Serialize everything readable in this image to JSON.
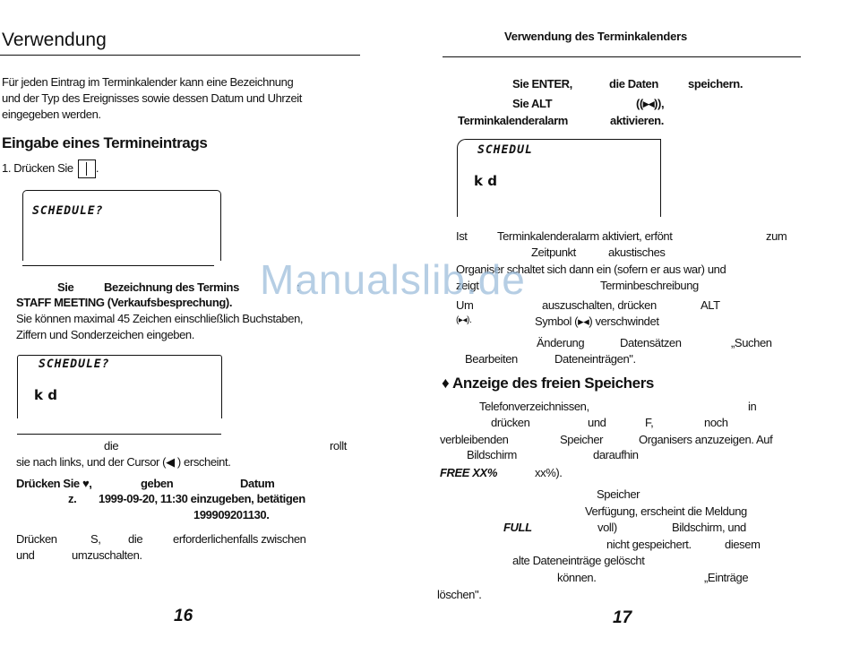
{
  "left": {
    "heading": "Verwendung",
    "intro": [
      "Für jeden Eintrag im Terminkalender kann eine Bezeichnung",
      "und der Typ des Ereignisses sowie dessen Datum und Uhrzeit",
      "eingegeben werden."
    ],
    "subheading": "Eingabe eines Termineintrags",
    "step1": "1. Drücken Sie",
    "lcd1": "SCHEDULE?",
    "line_sie": "Sie",
    "line_bez": "Bezeichnung des Termins",
    "line_colon": ":",
    "staff": "STAFF MEETING (Verkaufsbesprechung).",
    "max1": "Sie können maximal 45 Zeichen einschließlich Buchstaben,",
    "max2": "Ziffern und Sonderzeichen eingeben.",
    "lcd2": "SCHEDULE?",
    "lcd2_line2": "k d",
    "die": "die",
    "rollt": "rollt",
    "cursor_line": "sie nach links, und der Cursor (◀ ) erscheint.",
    "press_heart": "Drücken Sie ♥,",
    "geben": "geben",
    "datum": "Datum",
    "z": "z.",
    "date_example": "1999-09-20, 11:30 einzugeben, betätigen",
    "digits": "199909201130.",
    "druecken": "Drücken",
    "s": "S,",
    "die2": "die",
    "erf": "erforderlichenfalls zwischen",
    "und": "und",
    "umzu": "umzuschalten.",
    "page": "16"
  },
  "right": {
    "header": "Verwendung des Terminkalenders",
    "sie_enter": "Sie ENTER,",
    "die_daten": "die Daten",
    "speichern": "speichern.",
    "sie_alt": "Sie ALT",
    "alt_sym": "((▸◂)),",
    "alarm_label": "Terminkalenderalarm",
    "aktivieren": "aktivieren.",
    "lcd3": "SCHEDUL",
    "lcd3_line2": "k d",
    "ist": "Ist",
    "alarm_on": "Terminkalenderalarm aktiviert, erfönt",
    "zum": "zum",
    "zeitpunkt": "Zeitpunkt",
    "akust": "akustisches",
    "organiser": "Organiser schaltet sich dann ein (sofern er aus war) und",
    "zeigt": "zeigt",
    "terminbeschreibung": "Terminbeschreibung",
    "um": "Um",
    "ausz": "auszuschalten, drücken",
    "alt2": "ALT",
    "sym_open": "(▸◂).",
    "symbol": "Symbol (▸◂) verschwindet",
    "aenderung": "Änderung",
    "datensaetze": "Datensätzen",
    "suchen": "„Suchen",
    "bearbeiten": "Bearbeiten",
    "dateneintraege": "Dateneinträgen\".",
    "anzeige_heading": "♦ Anzeige des freien Speichers",
    "telefon": "Telefonverzeichnissen,",
    "in": "in",
    "druecken2": "drücken",
    "und2": "und",
    "f": "F,",
    "noch": "noch",
    "verbleibenden": "verbleibenden",
    "speicher": "Speicher",
    "organisers": "Organisers anzuzeigen. Auf",
    "bildschirm": "Bildschirm",
    "daraufhin": "daraufhin",
    "free": "FREE XX%",
    "xx": "xx%).",
    "speicher2": "Speicher",
    "verfuegung": "Verfügung, erscheint die Meldung",
    "full": "FULL",
    "voll": "voll)",
    "bildschirm2": "Bildschirm, und",
    "nicht": "nicht gespeichert.",
    "diesem": "diesem",
    "alte": "alte Dateneinträge gelöscht",
    "koennen": "können.",
    "eintraege": "„Einträge",
    "loeschen": "löschen\".",
    "page": "17"
  },
  "watermark": "Manualslib.de"
}
